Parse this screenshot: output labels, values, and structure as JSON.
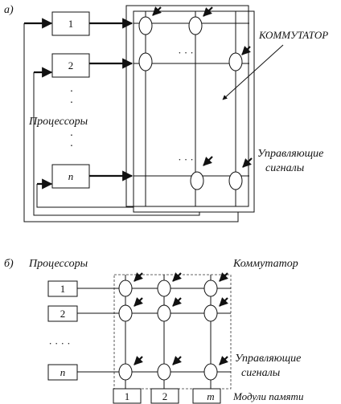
{
  "diagram_a": {
    "label": "а)",
    "switch_label": "КОММУТАТОР",
    "processors_label": "Процессоры",
    "control_label_line1": "Управляющие",
    "control_label_line2": "сигналы",
    "processor_boxes": [
      "1",
      "2",
      "n"
    ],
    "dots_col": "·",
    "dots_grid": "· · ·"
  },
  "diagram_b": {
    "label": "б)",
    "processors_label": "Процессоры",
    "switch_label": "Коммутатор",
    "control_label_line1": "Управляющие",
    "control_label_line2": "сигналы",
    "memory_label": "Модули памяти",
    "processor_boxes": [
      "1",
      "2",
      "n"
    ],
    "memory_boxes": [
      "1",
      "2",
      "m"
    ],
    "dots_row": "· · · ·"
  }
}
